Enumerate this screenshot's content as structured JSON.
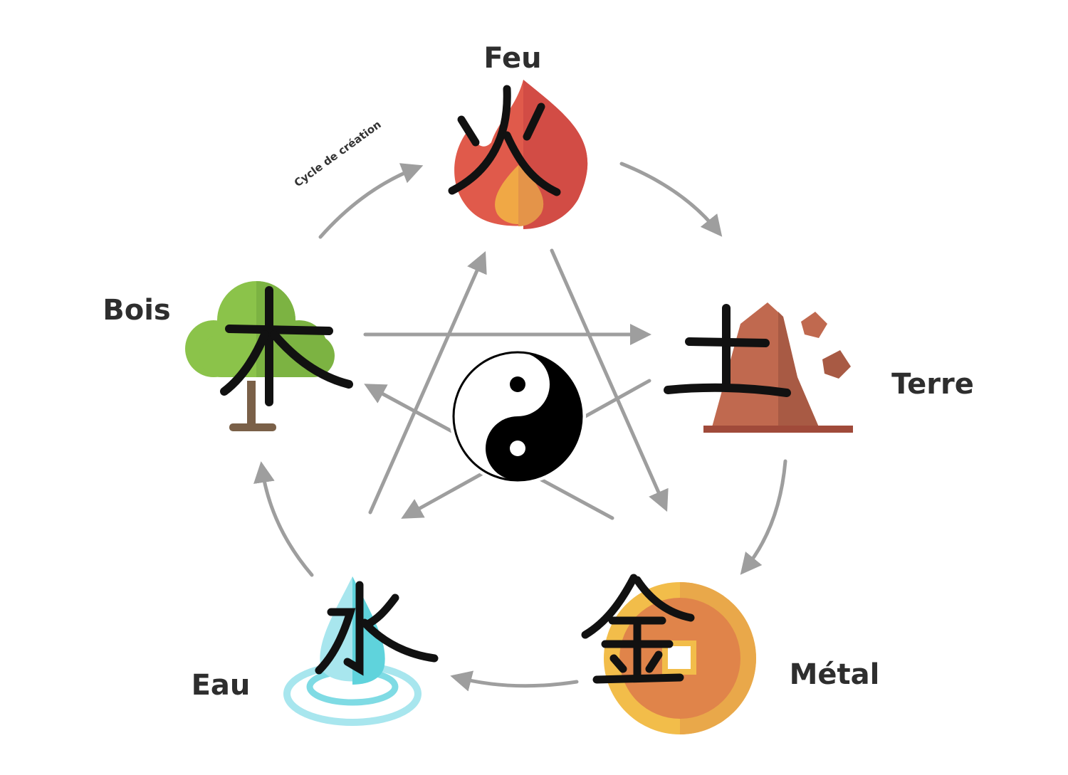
{
  "elements": {
    "fire": {
      "label": "Feu",
      "character": "火"
    },
    "earth": {
      "label": "Terre",
      "character": "土"
    },
    "metal": {
      "label": "Métal",
      "character": "金"
    },
    "water": {
      "label": "Eau",
      "character": "水"
    },
    "wood": {
      "label": "Bois",
      "character": "木"
    }
  },
  "cycle_label": "Cycle de création",
  "colors": {
    "arrow": "#9e9e9e",
    "text": "#2e2e2e",
    "fire": "#e05a4b",
    "earth": "#c0694f",
    "metal": "#f2bd4a",
    "water": "#7fdbe4",
    "wood": "#8bc34a"
  }
}
